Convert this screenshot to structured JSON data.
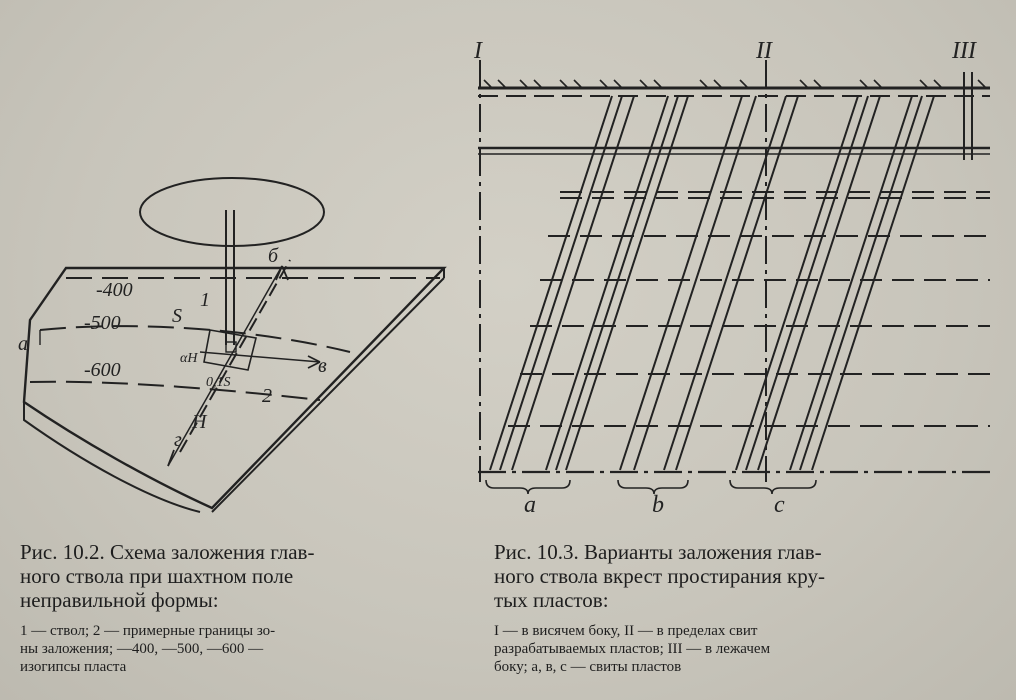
{
  "figure_left": {
    "labels": {
      "contour_400": "-400",
      "contour_500": "-500",
      "contour_600": "-600",
      "label_s": "S",
      "label_1": "1",
      "label_2": "2",
      "label_b": "б",
      "label_v": "в",
      "label_g": "г",
      "label_a": "а",
      "label_H": "H",
      "label_aH": "αH",
      "label_015": "0,1S"
    },
    "caption": {
      "line1": "Рис. 10.2. Схема заложения глав-",
      "line2": "ного ствола при шахтном поле",
      "line3": "неправильной формы:"
    },
    "legend": {
      "line1": "1 — ствол; 2 — примерные границы зо-",
      "line2": "ны заложения; —400, —500, —600 —",
      "line3": "изогипсы пласта"
    }
  },
  "figure_right": {
    "labels": {
      "roman_1": "I",
      "roman_2": "II",
      "roman_3": "III",
      "suite_a": "a",
      "suite_b": "b",
      "suite_c": "c"
    },
    "caption": {
      "line1": "Рис. 10.3. Варианты заложения глав-",
      "line2": "ного ствола вкрест простирания кру-",
      "line3": "тых пластов:"
    },
    "legend": {
      "line1": "I — в висячем боку, II — в пределах свит",
      "line2": "разрабатываемых пластов; III — в лежачем",
      "line3": "боку; а, в, с — свиты пластов"
    }
  }
}
